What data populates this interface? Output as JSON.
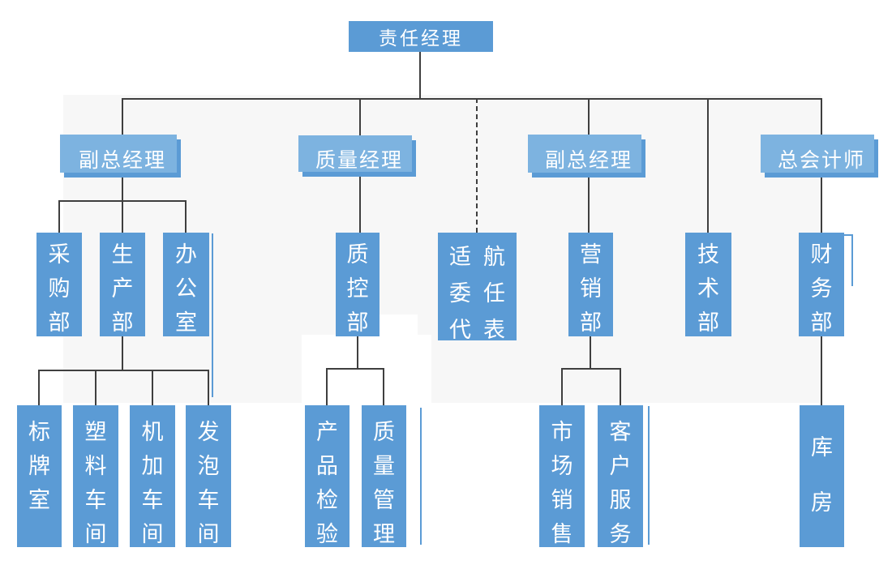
{
  "org_chart": {
    "type": "organization-chart",
    "colors": {
      "node_fill": "#5b9bd5",
      "node_fill_light": "#7db3e0",
      "node_text": "#ffffff",
      "connector": "#3f3f3f",
      "background_panel": "#f7f7f7"
    },
    "root": {
      "label": "责任经理"
    },
    "level2": {
      "vp_left": {
        "label": "副总经理"
      },
      "quality_manager": {
        "label": "质量经理"
      },
      "vp_right": {
        "label": "副总经理"
      },
      "chief_accountant": {
        "label": "总会计师"
      }
    },
    "level3": {
      "purchasing": {
        "label": "采购部"
      },
      "production": {
        "label": "生产部"
      },
      "office": {
        "label": "办公室"
      },
      "quality_control": {
        "label": "质控部"
      },
      "airworthiness_rep": {
        "label": "适航委任代表",
        "display_col_left": "适委代",
        "display_col_right": "航任表"
      },
      "marketing": {
        "label": "营销部"
      },
      "technology": {
        "label": "技术部"
      },
      "finance": {
        "label": "财务部"
      }
    },
    "level4": {
      "sign_room": {
        "label": "标牌室"
      },
      "plastic_workshop": {
        "label": "塑料车间"
      },
      "machining_workshop": {
        "label": "机加车间"
      },
      "foam_workshop": {
        "label": "发泡车间"
      },
      "product_inspection": {
        "label": "产品检验"
      },
      "quality_management": {
        "label": "质量管理"
      },
      "market_sales": {
        "label": "市场销售"
      },
      "customer_service": {
        "label": "客户服务"
      },
      "warehouse": {
        "label": "库房"
      }
    },
    "edges": [
      [
        "责任经理",
        "副总经理(左)"
      ],
      [
        "责任经理",
        "质量经理"
      ],
      [
        "责任经理",
        "适航委任代表"
      ],
      [
        "责任经理",
        "副总经理(右)"
      ],
      [
        "责任经理",
        "技术部"
      ],
      [
        "责任经理",
        "总会计师"
      ],
      [
        "副总经理(左)",
        "采购部"
      ],
      [
        "副总经理(左)",
        "生产部"
      ],
      [
        "副总经理(左)",
        "办公室"
      ],
      [
        "质量经理",
        "质控部"
      ],
      [
        "副总经理(右)",
        "营销部"
      ],
      [
        "总会计师",
        "财务部"
      ],
      [
        "生产部",
        "标牌室"
      ],
      [
        "生产部",
        "塑料车间"
      ],
      [
        "生产部",
        "机加车间"
      ],
      [
        "生产部",
        "发泡车间"
      ],
      [
        "质控部",
        "产品检验"
      ],
      [
        "质控部",
        "质量管理"
      ],
      [
        "营销部",
        "市场销售"
      ],
      [
        "营销部",
        "客户服务"
      ],
      [
        "财务部",
        "库房"
      ]
    ],
    "connector_styles": {
      "root_to_airworthiness": "dashed",
      "default": "solid"
    }
  }
}
